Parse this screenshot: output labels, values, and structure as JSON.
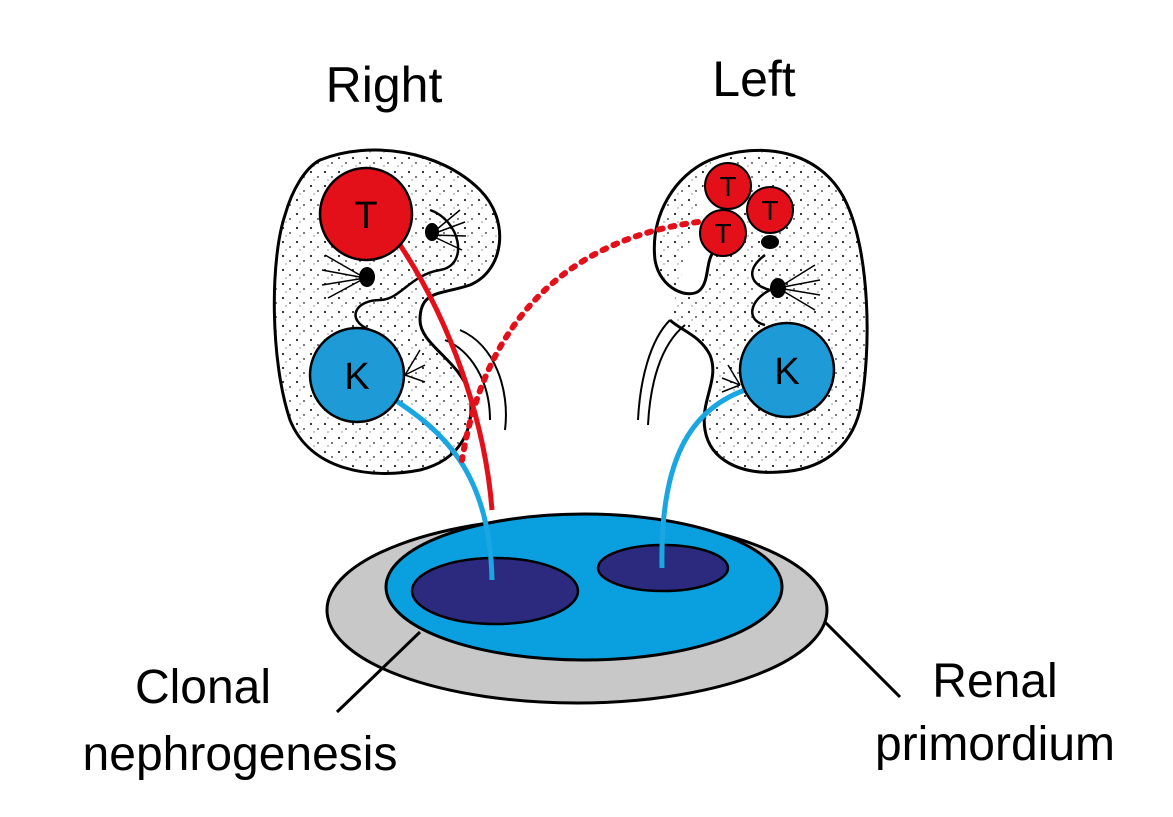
{
  "titles": {
    "right": "Right",
    "left": "Left"
  },
  "labels": {
    "clonal": [
      "Clonal",
      "nephrogenesis"
    ],
    "renal": [
      "Renal",
      "primordium"
    ]
  },
  "nodes": {
    "right_tumor": "T",
    "right_kidney": "K",
    "left_tumors": [
      "T",
      "T",
      "T"
    ],
    "left_kidney": "K"
  },
  "colors": {
    "tumor": "#e3101a",
    "kidney": "#1e9ad6",
    "primordium_outer": "#c8c8c8",
    "primordium_inner": "#0aa0e0",
    "clone": "#2c2a7e",
    "tumor_line": "#e3101a",
    "kidney_line": "#1aa6e2"
  }
}
